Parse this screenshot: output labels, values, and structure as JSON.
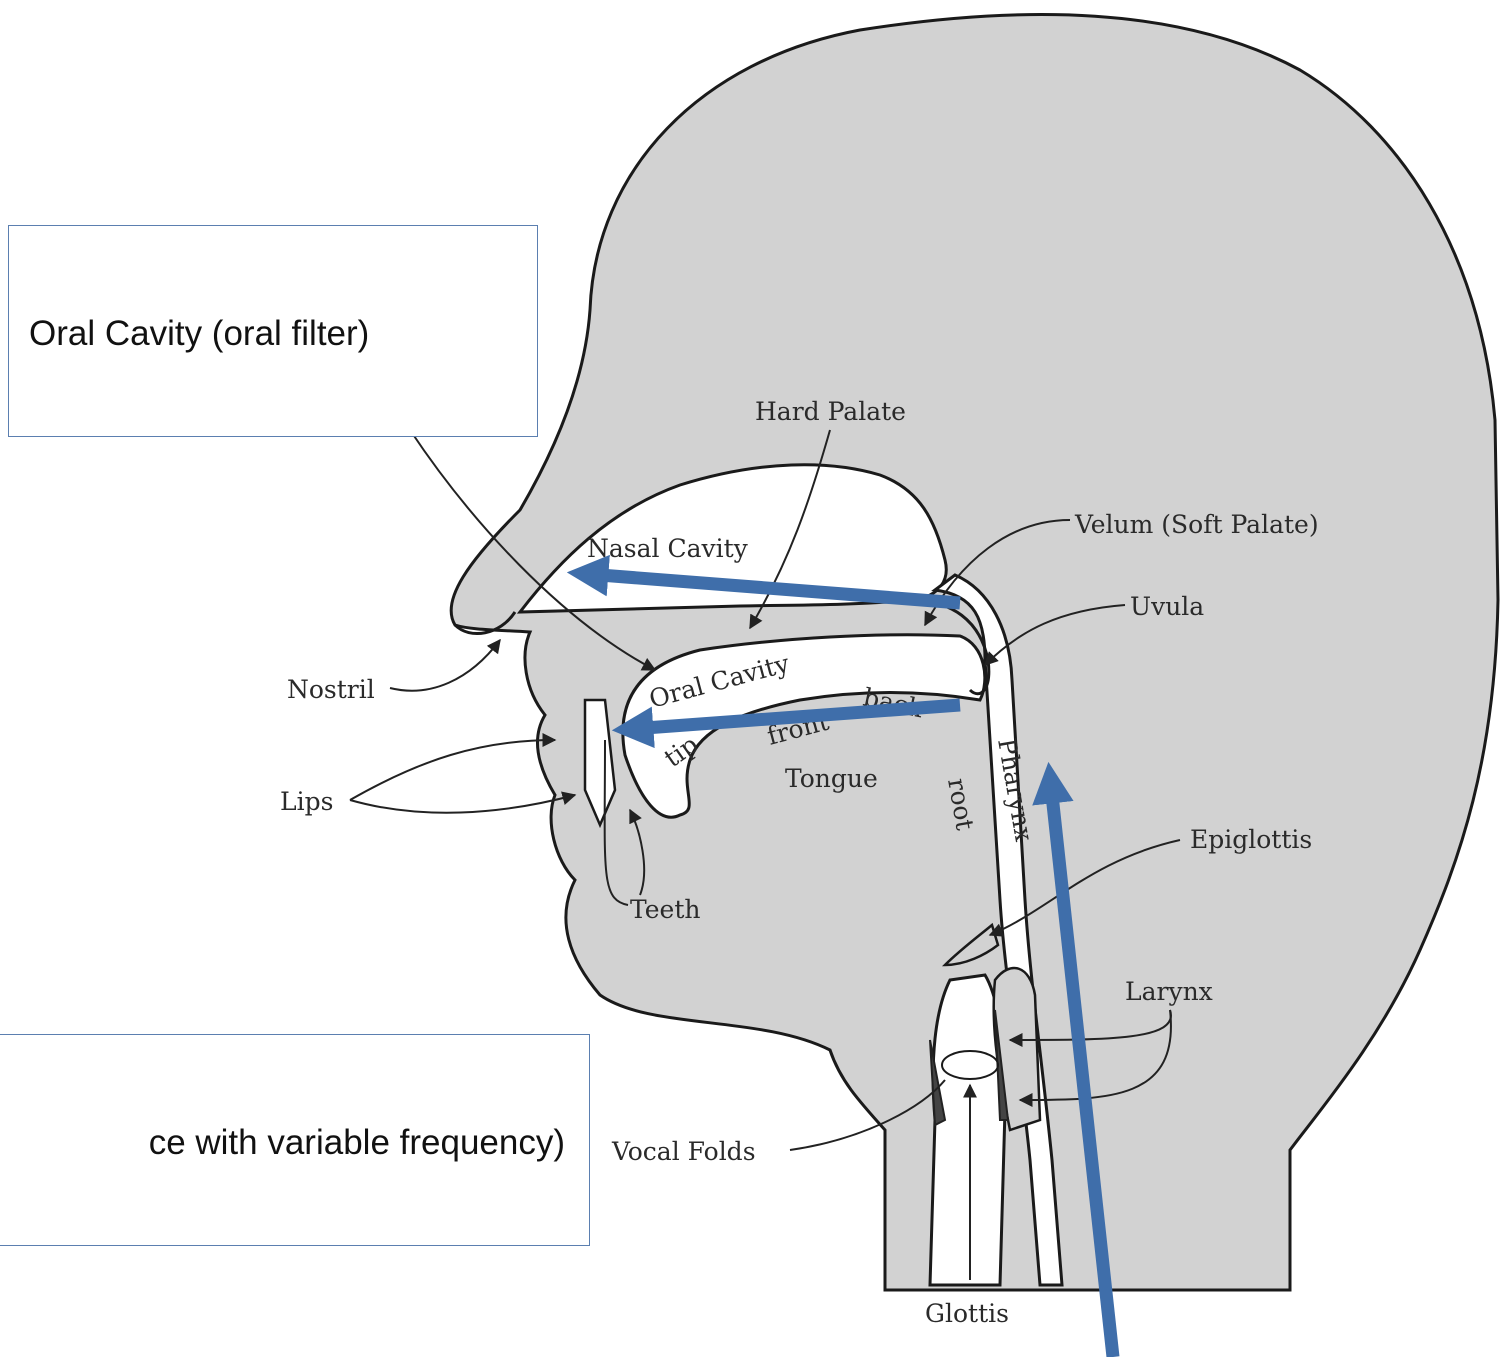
{
  "callouts": {
    "oral_filter": "Oral Cavity (oral filter)",
    "source_partial": "ce with variable frequency)"
  },
  "labels": {
    "hard_palate": "Hard Palate",
    "nasal_cavity": "Nasal Cavity",
    "velum": "Velum (Soft Palate)",
    "uvula": "Uvula",
    "nostril": "Nostril",
    "oral_cavity": "Oral Cavity",
    "front": "front",
    "back": "back",
    "tip": "tip",
    "tongue": "Tongue",
    "root": "root",
    "pharynx": "Pharynx",
    "lips": "Lips",
    "epiglottis": "Epiglottis",
    "teeth": "Teeth",
    "larynx": "Larynx",
    "vocal_folds": "Vocal Folds",
    "glottis": "Glottis"
  },
  "colors": {
    "head_fill": "#d2d2d2",
    "outline": "#1a1a1a",
    "arrow": "#3f6eaa",
    "callout_border": "#5b7fb0"
  }
}
